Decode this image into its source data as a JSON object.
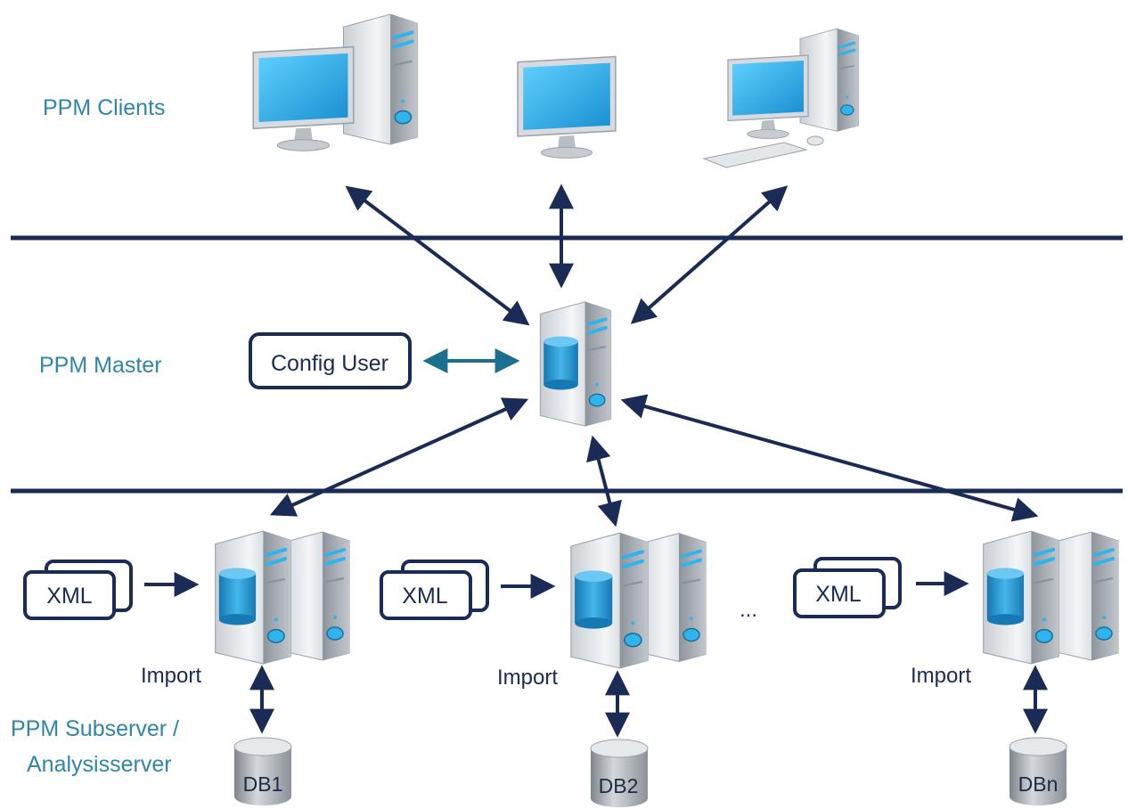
{
  "tiers": {
    "clients_label": "PPM Clients",
    "master_label": "PPM Master",
    "subserver_label_line1": "PPM Subserver /",
    "subserver_label_line2": "Analysisserver"
  },
  "master": {
    "config_user_label": "Config User"
  },
  "subservers": [
    {
      "xml_label": "XML",
      "import_label": "Import",
      "db_label": "DB1"
    },
    {
      "xml_label": "XML",
      "import_label": "Import",
      "db_label": "DB2"
    },
    {
      "xml_label": "XML",
      "import_label": "Import",
      "db_label": "DBn"
    }
  ],
  "ellipsis": "...",
  "colors": {
    "dark_navy": "#1a2b55",
    "teal": "#1b6f8f",
    "label_blue": "#2e86a8",
    "screen_blue": "#2fb4ee"
  }
}
